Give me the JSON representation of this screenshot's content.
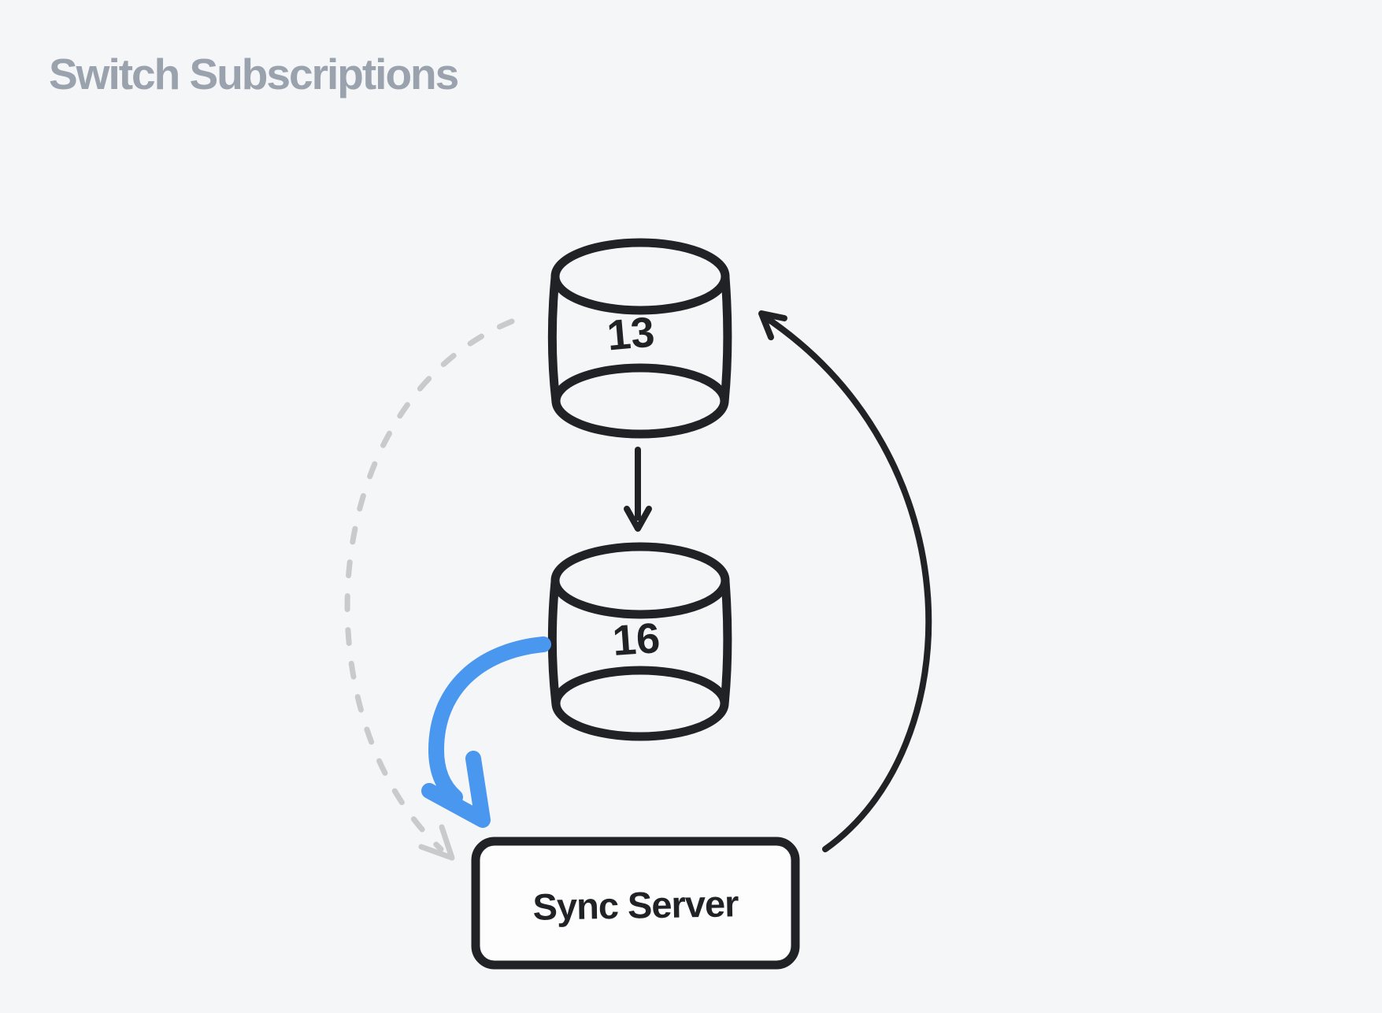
{
  "title": "Switch Subscriptions",
  "colors": {
    "background": "#f5f6f8",
    "ink": "#202226",
    "dash_gray": "#c9cacc",
    "accent_blue": "#4a97f0",
    "title_gray": "#9aa2ae",
    "box_fill": "#fdfdfe"
  },
  "diagram": {
    "nodes": [
      {
        "id": "database-13",
        "type": "database-cylinder",
        "label": "13"
      },
      {
        "id": "database-16",
        "type": "database-cylinder",
        "label": "16"
      },
      {
        "id": "sync-server",
        "type": "rounded-box",
        "label": "Sync Server"
      }
    ],
    "edges": [
      {
        "from": "database-13",
        "to": "database-16",
        "style": "straight solid arrow",
        "color": "ink"
      },
      {
        "from": "database-16",
        "to": "sync-server",
        "style": "thick curved arrow",
        "color": "accent_blue"
      },
      {
        "from": "sync-server",
        "to": "database-13",
        "style": "curved solid arrow",
        "color": "ink"
      },
      {
        "from": "database-13",
        "to": "sync-server",
        "style": "curved dashed arrow",
        "color": "dash_gray"
      }
    ]
  }
}
